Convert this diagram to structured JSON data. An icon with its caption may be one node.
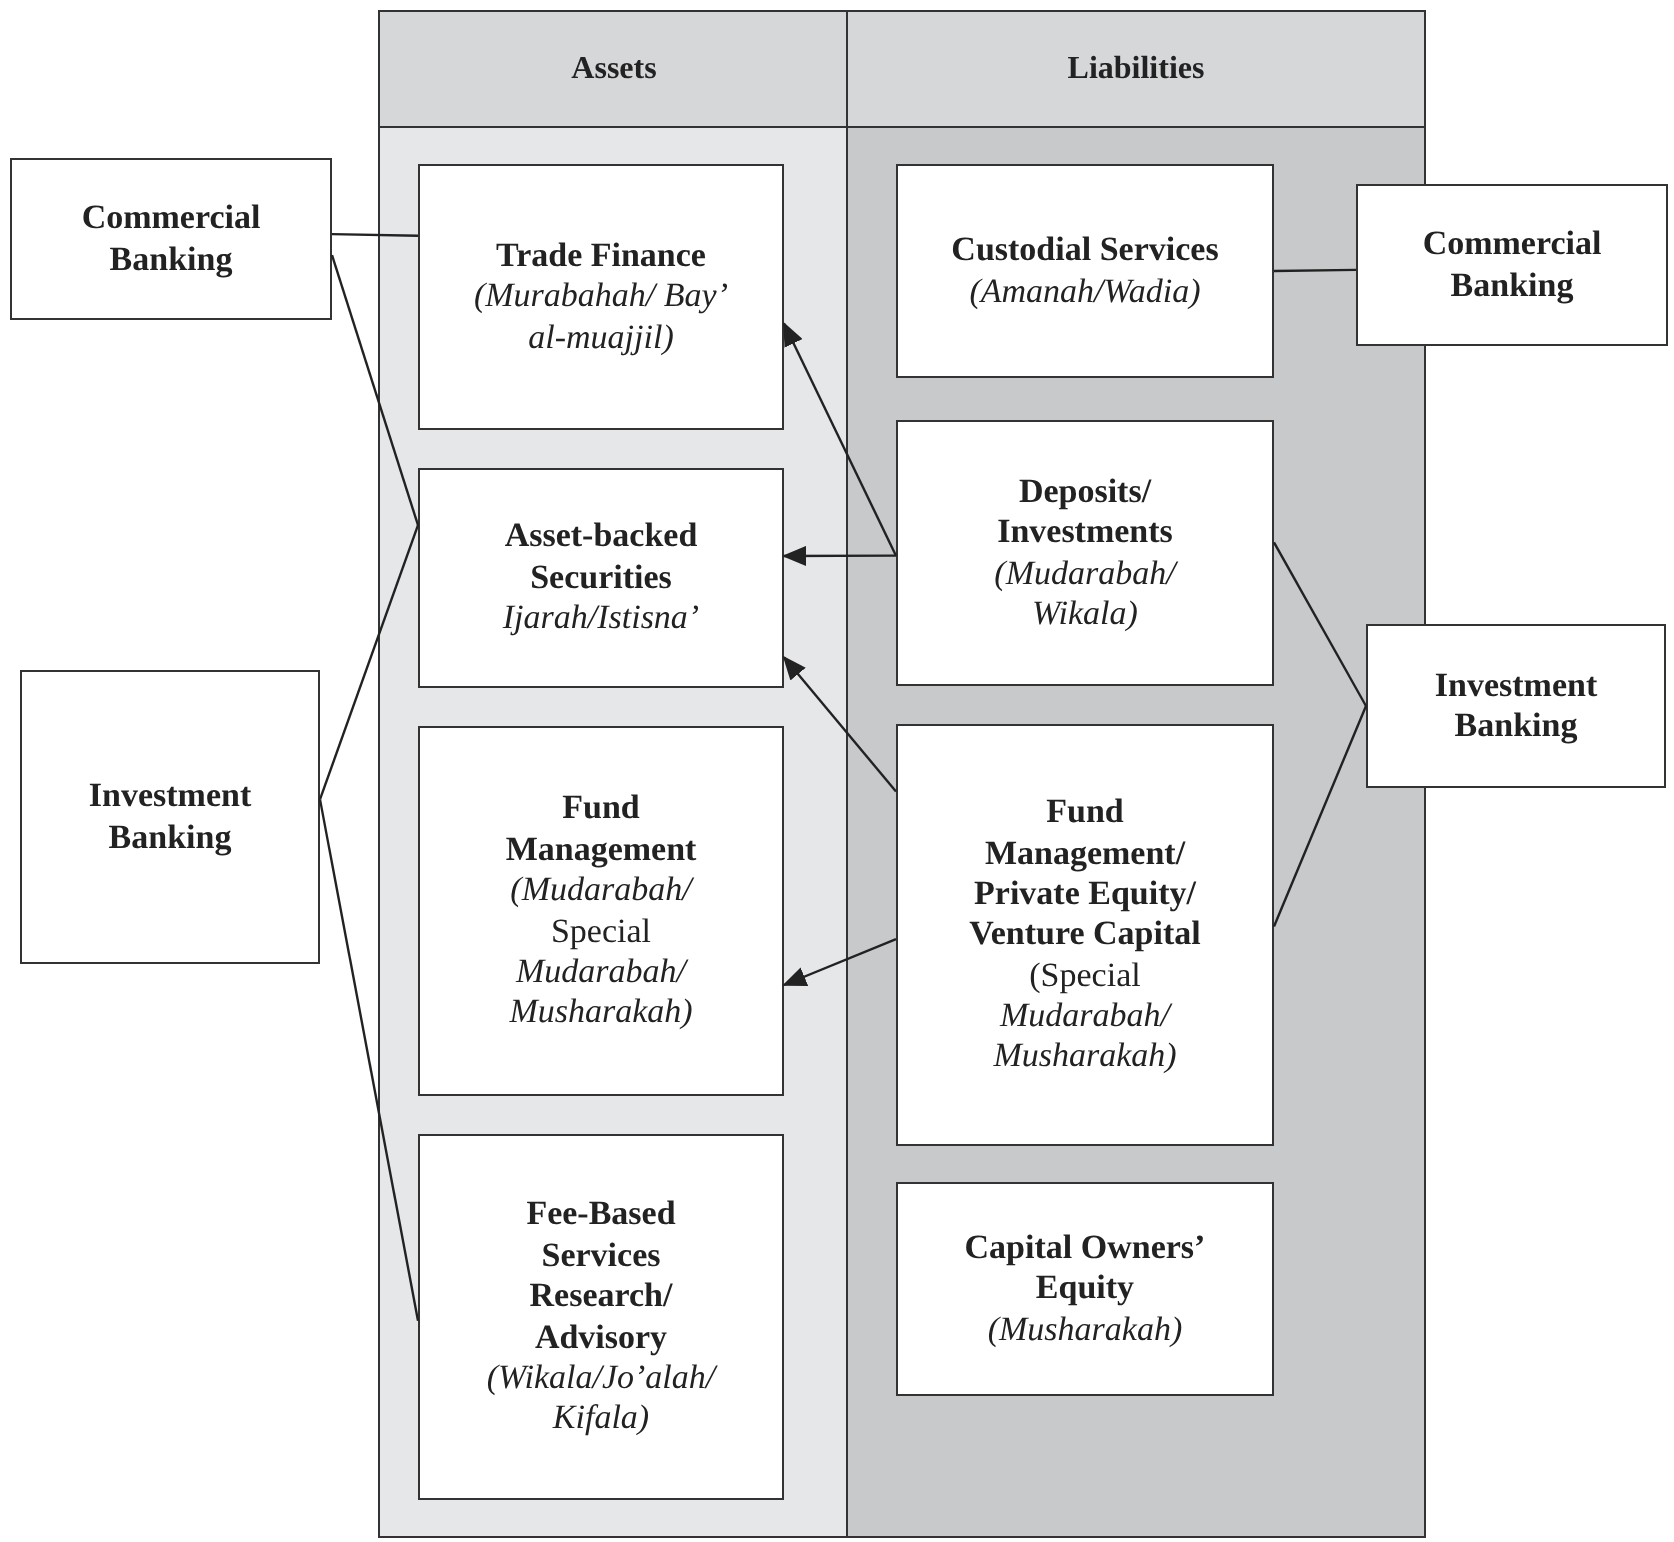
{
  "diagram": {
    "nodes": [
      {
        "text": [
          "Assets"
        ]
      },
      {
        "text": [
          "Trade Finance",
          "(Murabahah/ Bay’ al-muajjil)"
        ],
        "in": 0
      },
      {
        "text": [
          "Asset-backed Securities",
          "Ijarah/Istisna’"
        ],
        "in": 0
      },
      {
        "text": [
          "Fund Management",
          "*(Mudarabah/* Special *Mudarabah/ Musharakah)*"
        ],
        "in": 0
      },
      {
        "text": [
          "Fee-Based Services Research/ Advisory",
          "(Wikala/Jo’alah/ Kifala)"
        ],
        "in": 0
      },
      {
        "text": [
          "Liabilities"
        ]
      },
      {
        "text": [
          "Custodial Services",
          "(Amanah/Wadia)"
        ],
        "in": 5
      },
      {
        "text": [
          "Deposits/ Investments",
          "(Mudarabah/ Wikala)"
        ],
        "in": 5
      },
      {
        "text": [
          "Fund Management/ Private Equity/ Venture Capital",
          "(Special *Mudarabah/ Musharakah)*"
        ],
        "in": 5
      },
      {
        "text": [
          "Capital Owners’ Equity",
          "(Musharakah)"
        ],
        "in": 5
      },
      {
        "text": [
          "Commercial Banking"
        ]
      },
      {
        "text": [
          "Investment Banking"
        ]
      },
      {
        "text": [
          "Commercial Banking"
        ]
      },
      {
        "text": [
          "Investment Banking"
        ]
      }
    ],
    "edges": [
      {
        "from": 10,
        "to": 1,
        "arrow": "none"
      },
      {
        "from": 10,
        "to": 2,
        "arrow": "none"
      },
      {
        "from": 11,
        "to": 2,
        "arrow": "none"
      },
      {
        "from": 11,
        "to": 4,
        "arrow": "none"
      },
      {
        "from": 7,
        "to": 1,
        "arrow": "to"
      },
      {
        "from": 7,
        "to": 2,
        "arrow": "to"
      },
      {
        "from": 8,
        "to": 2,
        "arrow": "to"
      },
      {
        "from": 8,
        "to": 3,
        "arrow": "to"
      },
      {
        "from": 6,
        "to": 12,
        "arrow": "none"
      },
      {
        "from": 7,
        "to": 13,
        "arrow": "none"
      },
      {
        "from": 8,
        "to": 13,
        "arrow": "none"
      }
    ]
  }
}
